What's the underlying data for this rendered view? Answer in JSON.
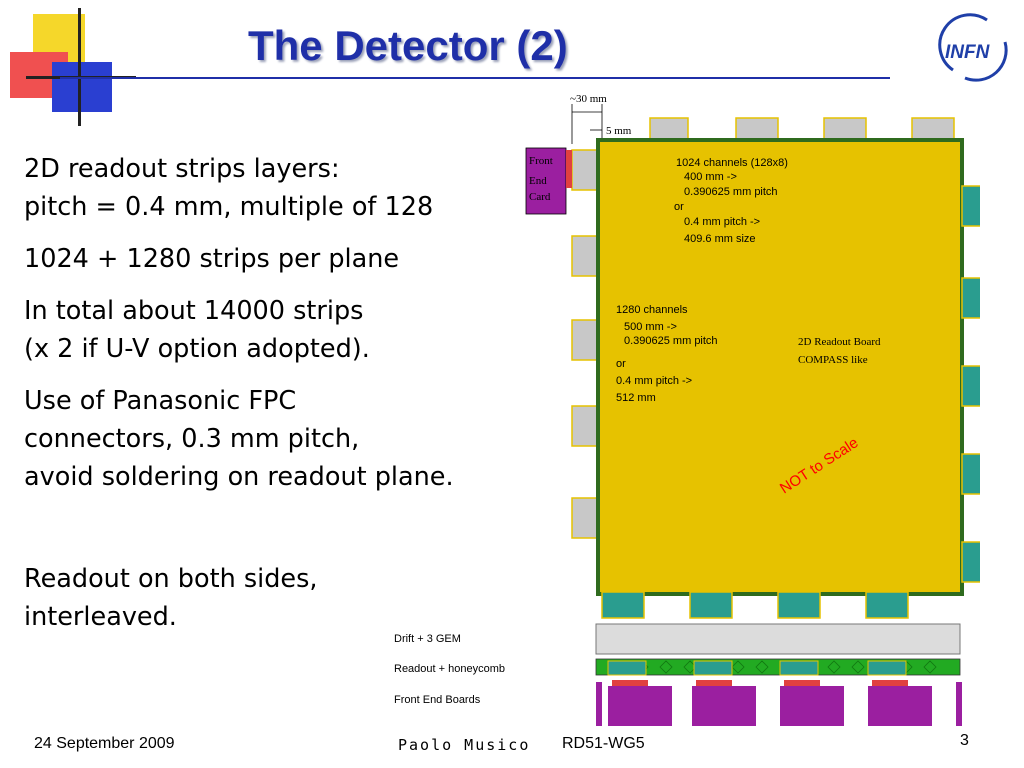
{
  "slide": {
    "title": "The Detector (2)",
    "bullets": [
      [
        "2D readout strips layers:",
        "pitch = 0.4 mm, multiple of 128"
      ],
      [
        "1024 + 1280 strips per plane"
      ],
      [
        "In total about 14000 strips",
        "(x 2 if U-V option adopted)."
      ],
      [
        "Use of Panasonic FPC",
        "connectors, 0.3 mm pitch,",
        "avoid soldering on readout plane."
      ],
      [
        "Readout on both sides,",
        "interleaved."
      ]
    ],
    "footer": {
      "date": "24 September 2009",
      "author": "Paolo Musico",
      "project": "RD51-WG5",
      "page_number": "3"
    },
    "logo_text": "INFN"
  },
  "figure": {
    "dim_top": "~30 mm",
    "dim_small": "5 mm",
    "fec_label": [
      "Front",
      "End",
      "Card"
    ],
    "block1": [
      "1024 channels (128x8)",
      "400 mm ->",
      "0.390625 mm pitch",
      "or",
      "0.4 mm pitch ->",
      "409.6 mm size"
    ],
    "block2": [
      "1280 channels",
      "500 mm ->",
      "0.390625 mm pitch",
      "or",
      "0.4 mm pitch ->",
      "512 mm"
    ],
    "board_label": [
      "2D Readout Board",
      "COMPASS like"
    ],
    "not_to_scale": "NOT to Scale",
    "layers": [
      "Drift + 3 GEM",
      "Readout + honeycomb",
      "Front End Boards"
    ]
  },
  "colors": {
    "title": "#1f2fa8",
    "board_fill": "#e6c200",
    "board_border": "#2f6b1e",
    "connector": "#c8c8c8",
    "connector_teal": "#2a9d8f",
    "fec": "#9b1fa0",
    "not_to_scale": "#ff0000"
  }
}
